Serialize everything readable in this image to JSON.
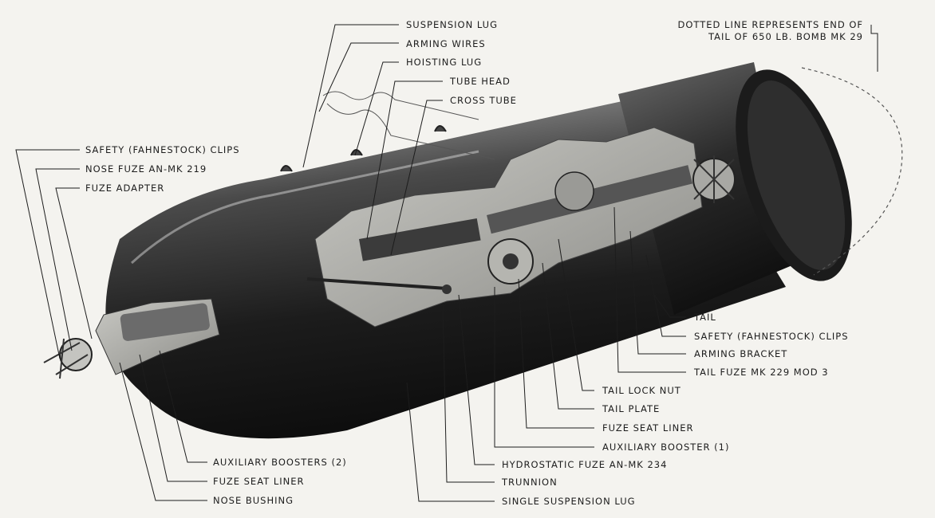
{
  "labels": {
    "suspension_lug": "SUSPENSION LUG",
    "arming_wires": "ARMING WIRES",
    "hoisting_lug": "HOISTING LUG",
    "tube_head": "TUBE HEAD",
    "cross_tube": "CROSS TUBE",
    "dotted_line_1": "DOTTED LINE REPRESENTS END OF",
    "dotted_line_2": "TAIL OF 650 LB. BOMB MK 29",
    "safety_clips_nose": "SAFETY (FAHNESTOCK) CLIPS",
    "nose_fuze": "NOSE FUZE AN-MK 219",
    "fuze_adapter": "FUZE ADAPTER",
    "tail": "TAIL",
    "safety_clips_tail": "SAFETY (FAHNESTOCK) CLIPS",
    "arming_bracket": "ARMING BRACKET",
    "tail_fuze": "TAIL FUZE MK 229 MOD 3",
    "tail_lock_nut": "TAIL LOCK NUT",
    "tail_plate": "TAIL PLATE",
    "fuze_seat_liner_tail": "FUZE SEAT LINER",
    "auxiliary_booster": "AUXILIARY BOOSTER (1)",
    "auxiliary_boosters": "AUXILIARY BOOSTERS (2)",
    "hydrostatic_fuze": "HYDROSTATIC FUZE AN-MK 234",
    "fuze_seat_liner_nose": "FUZE SEAT LINER",
    "trunnion": "TRUNNION",
    "nose_bushing": "NOSE BUSHING",
    "single_suspension_lug": "SINGLE SUSPENSION LUG"
  }
}
